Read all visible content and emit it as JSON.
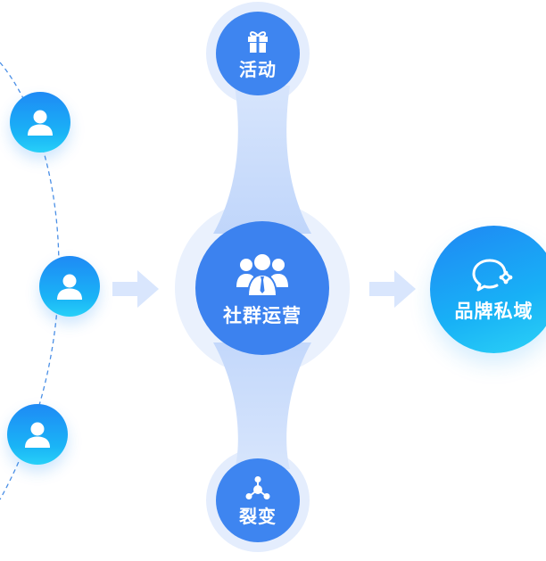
{
  "nodes": {
    "top": {
      "label": "活动",
      "icon": "gift-icon"
    },
    "center": {
      "label": "社群运营",
      "icon": "group-icon"
    },
    "bottom": {
      "label": "裂变",
      "icon": "network-icon"
    },
    "right": {
      "label": "品牌私域",
      "icon": "wechat-work-icon"
    }
  },
  "users": [
    {
      "icon": "user-icon"
    },
    {
      "icon": "user-icon"
    },
    {
      "icon": "user-icon"
    }
  ],
  "colors": {
    "primary_blue": "#3e85f0",
    "halo_blue": "#e4edfd",
    "connector_blue": "#cadcfb",
    "gradient_start": "#1e8af5",
    "gradient_end": "#27d0f8",
    "arrow_light": "#d9e6fd",
    "dashed_line": "#4a8fe6"
  }
}
